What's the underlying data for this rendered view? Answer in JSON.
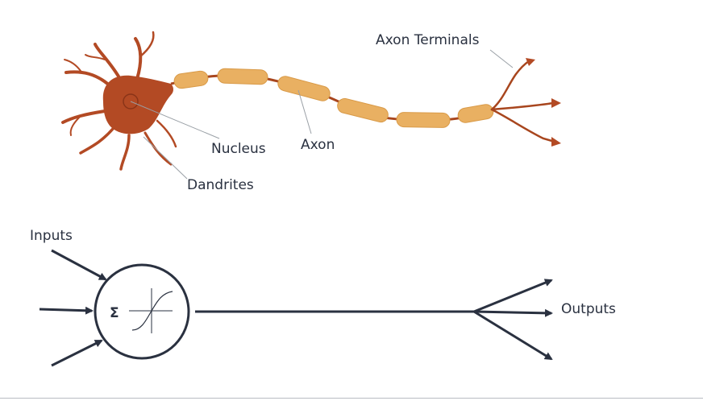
{
  "neuron": {
    "labels": {
      "axon_terminals": "Axon Terminals",
      "nucleus": "Nucleus",
      "axon": "Axon",
      "dendrites": "Dandrites"
    },
    "colors": {
      "cell_body": "#b34a24",
      "nucleus_ring": "#8a3418",
      "myelin": "#e9b062",
      "myelin_edge": "#d99a48",
      "axon_line": "#a8461e",
      "pointer_line": "#9aa0a6"
    }
  },
  "perceptron": {
    "labels": {
      "inputs": "Inputs",
      "outputs": "Outputs",
      "summation": "Σ"
    },
    "input_count": 3,
    "output_count": 3,
    "colors": {
      "stroke": "#2a3140"
    }
  }
}
